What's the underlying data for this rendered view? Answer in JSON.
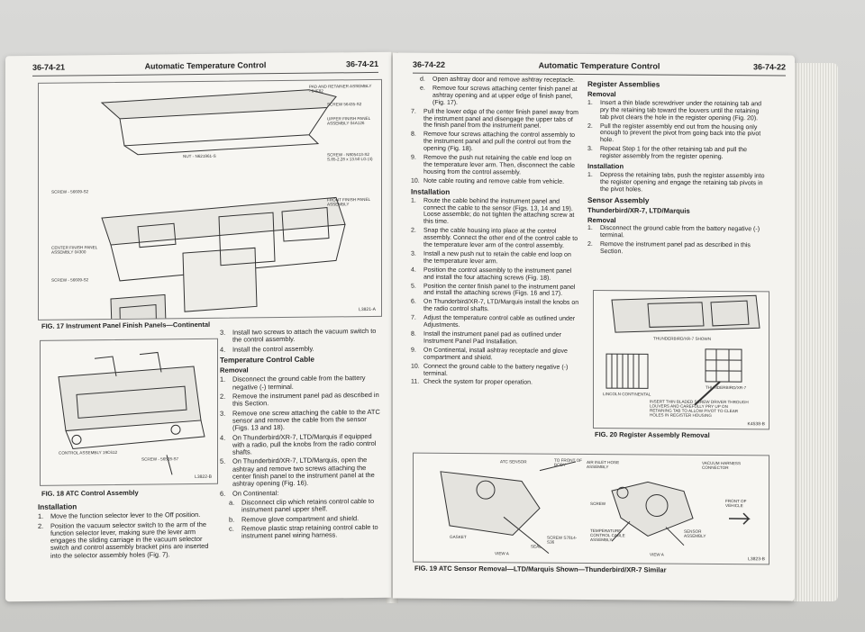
{
  "left_page": {
    "header": {
      "page_left": "36-74-21",
      "title": "Automatic Temperature Control",
      "page_right": "36-74-21"
    },
    "fig17": {
      "caption": "FIG. 17 Instrument Panel Finish Panels—Continental",
      "code": "L3821-A",
      "labels": [
        "PAD AND RETAINER ASSEMBLY - 04F82",
        "SCREW 56435-S2",
        "UPPER FINISH PANEL ASSEMBLY 04A126",
        "NUT - N621961-S",
        "SCREW - N805413-S2 S.85-2.28 x 13.50 LG (4)",
        "SCREW - 56609-S2",
        "FRONT FINISH PANEL ASSEMBLY",
        "CENTER FINISH PANEL ASSEMBLY 04300",
        "SCREW - 56609-S2"
      ]
    },
    "fig18": {
      "caption": "FIG. 18 ATC Control Assembly",
      "code": "L3822-B",
      "labels": [
        "CONTROL ASSEMBLY 19C612",
        "SCREW - 56528-S7"
      ]
    },
    "installation_left": {
      "heading": "Installation",
      "items": [
        {
          "n": "1.",
          "t": "Move the function selector lever to the Off position."
        },
        {
          "n": "2.",
          "t": "Position the vacuum selector switch to the arm of the function selector lever, making sure the lever arm engages the sliding carriage in the vacuum selector switch and control assembly bracket pins are inserted into the selector assembly holes (Fig. 7)."
        }
      ]
    },
    "steps_cont": [
      {
        "n": "3.",
        "t": "Install two screws to attach the vacuum switch to the control assembly."
      },
      {
        "n": "4.",
        "t": "Install the control assembly."
      }
    ],
    "cable": {
      "heading": "Temperature Control Cable",
      "removal_heading": "Removal",
      "items": [
        {
          "n": "1.",
          "t": "Disconnect the ground cable from the battery negative (-) terminal."
        },
        {
          "n": "2.",
          "t": "Remove the instrument panel pad as described in this Section."
        },
        {
          "n": "3.",
          "t": "Remove one screw attaching the cable to the ATC sensor and remove the cable from the sensor (Figs. 13 and 18)."
        },
        {
          "n": "4.",
          "t": "On Thunderbird/XR-7, LTD/Marquis if equipped with a radio, pull the knobs from the radio control shafts."
        },
        {
          "n": "5.",
          "t": "On Thunderbird/XR-7, LTD/Marquis, open the ashtray and remove two screws attaching the center finish panel to the instrument panel at the ashtray opening (Fig. 16)."
        },
        {
          "n": "6.",
          "t": "On Continental:"
        },
        {
          "n": "a.",
          "t": "Disconnect clip which retains control cable to instrument panel upper shelf."
        },
        {
          "n": "b.",
          "t": "Remove glove compartment and shield."
        },
        {
          "n": "c.",
          "t": "Remove plastic strap retaining control cable to instrument panel wiring harness."
        }
      ]
    }
  },
  "right_page": {
    "header": {
      "page_left": "36-74-22",
      "title": "Automatic Temperature Control",
      "page_right": "36-74-22"
    },
    "col1_top": [
      {
        "n": "d.",
        "t": "Open ashtray door and remove ashtray receptacle."
      },
      {
        "n": "e.",
        "t": "Remove four screws attaching center finish panel at ashtray opening and at upper edge of finish panel, (Fig. 17)."
      },
      {
        "n": "7.",
        "t": "Pull the lower edge of the center finish panel away from the instrument panel and disengage the upper tabs of the finish panel from the instrument panel."
      },
      {
        "n": "8.",
        "t": "Remove four screws attaching the control assembly to the instrument panel and pull the control out from the opening (Fig. 18)."
      },
      {
        "n": "9.",
        "t": "Remove the push nut retaining the cable end loop on the temperature lever arm. Then, disconnect the cable housing from the control assembly."
      },
      {
        "n": "10.",
        "t": "Note cable routing and remove cable from vehicle."
      }
    ],
    "col1_install": {
      "heading": "Installation",
      "items": [
        {
          "n": "1.",
          "t": "Route the cable behind the instrument panel and connect the cable to the sensor (Figs. 13, 14 and 19). Loose assemble; do not tighten the attaching screw at this time."
        },
        {
          "n": "2.",
          "t": "Snap the cable housing into place at the control assembly. Connect the other end of the control cable to the temperature lever arm of the control assembly."
        },
        {
          "n": "3.",
          "t": "Install a new push nut to retain the cable end loop on the temperature lever arm."
        },
        {
          "n": "4.",
          "t": "Position the control assembly to the instrument panel and install the four attaching screws (Fig. 18)."
        },
        {
          "n": "5.",
          "t": "Position the center finish panel to the instrument panel and install the attaching screws (Figs. 16 and 17)."
        },
        {
          "n": "6.",
          "t": "On Thunderbird/XR-7, LTD/Marquis install the knobs on the radio control shafts."
        },
        {
          "n": "7.",
          "t": "Adjust the temperature control cable as outlined under Adjustments."
        },
        {
          "n": "8.",
          "t": "Install the instrument panel pad as outlined under Instrument Panel Pad Installation."
        },
        {
          "n": "9.",
          "t": "On Continental, install ashtray receptacle and glove compartment and shield."
        },
        {
          "n": "10.",
          "t": "Connect the ground cable to the battery negative (-) terminal."
        },
        {
          "n": "11.",
          "t": "Check the system for proper operation."
        }
      ]
    },
    "register": {
      "heading": "Register Assemblies",
      "removal_heading": "Removal",
      "removal": [
        {
          "n": "1.",
          "t": "Insert a thin blade screwdriver under the retaining tab and pry the retaining tab toward the louvers until the retaining tab pivot clears the hole in the register opening (Fig. 20)."
        },
        {
          "n": "2.",
          "t": "Pull the register assembly end out from the housing only enough to prevent the pivot from going back into the pivot hole."
        },
        {
          "n": "3.",
          "t": "Repeat Step 1 for the other retaining tab and pull the register assembly from the register opening."
        }
      ],
      "install_heading": "Installation",
      "install": [
        {
          "n": "1.",
          "t": "Depress the retaining tabs, push the register assembly into the register opening and engage the retaining tab pivots in the pivot holes."
        }
      ]
    },
    "sensor": {
      "heading": "Sensor Assembly",
      "subheading": "Thunderbird/XR-7, LTD/Marquis",
      "removal_heading": "Removal",
      "items": [
        {
          "n": "1.",
          "t": "Disconnect the ground cable from the battery negative (-) terminal."
        },
        {
          "n": "2.",
          "t": "Remove the instrument panel pad as described in this Section."
        }
      ]
    },
    "fig20": {
      "caption": "FIG. 20 Register Assembly Removal",
      "code": "K4538-B",
      "labels": [
        "THUNDERBIRD/XR-7 SHOWN",
        "LINCOLN CONTINENTAL",
        "THUNDERBIRD/XR-7",
        "INSERT THIN BLADED SCREW DRIVER THROUGH LOUVERS AND CAREFULLY PRY UP ON RETAINING TAB TO ALLOW PIVOT TO CLEAR HOLES IN REGISTER HOUSING"
      ]
    },
    "fig19": {
      "caption": "FIG. 19 ATC Sensor Removal—LTD/Marquis Shown—Thunderbird/XR-7 Similar",
      "code": "L3823-B",
      "labels": [
        "ATC SENSOR",
        "TO FRONT OF BODY",
        "GASKET",
        "SCREW S7814-S36",
        "SEAL",
        "VIEW A",
        "AIR INLET HOSE ASSEMBLY",
        "VACUUM HARNESS CONNECTOR",
        "SCREW",
        "TEMPERATURE CONTROL CABLE ASSEMBLY",
        "SENSOR ASSEMBLY",
        "FRONT OF VEHICLE",
        "VIEW A"
      ]
    }
  }
}
